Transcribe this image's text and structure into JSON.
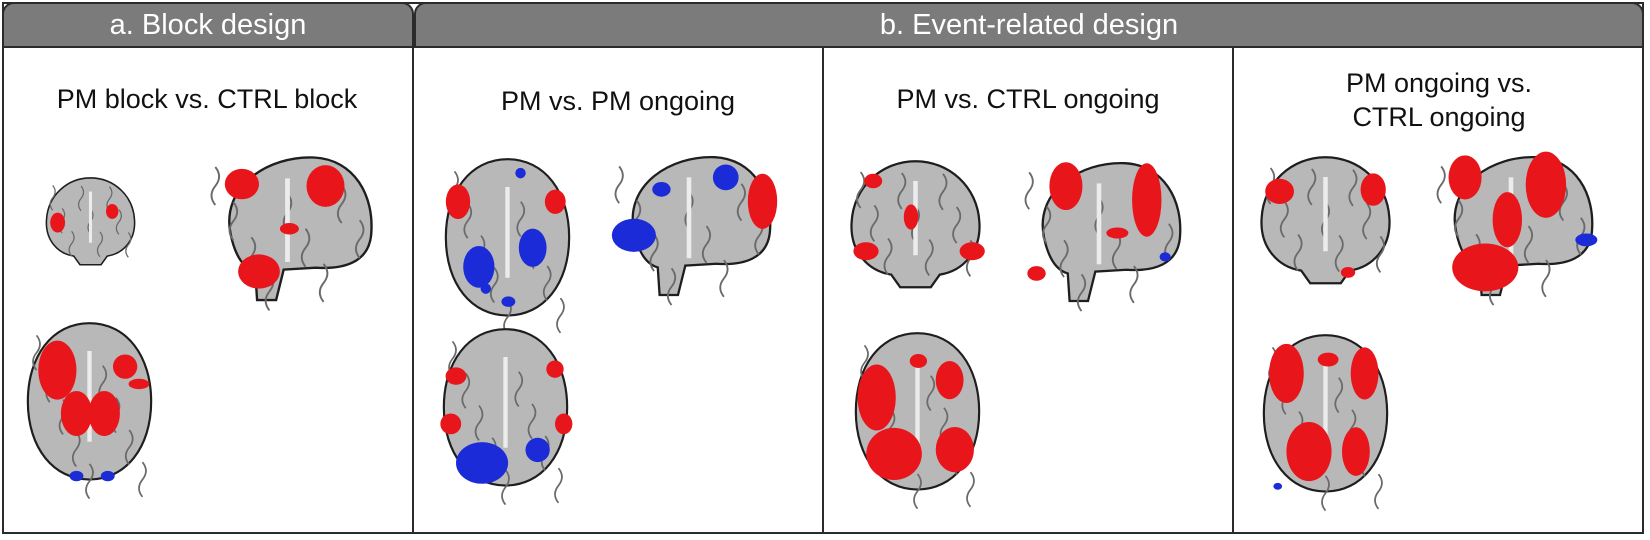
{
  "headers": {
    "block": "a. Block design",
    "event": "b. Event-related design"
  },
  "panels": [
    {
      "title_lines": [
        "PM block vs. CTRL block"
      ]
    },
    {
      "title_lines": [
        "PM vs. PM ongoing"
      ]
    },
    {
      "title_lines": [
        "PM vs. CTRL ongoing"
      ]
    },
    {
      "title_lines": [
        "PM ongoing vs.",
        "CTRL ongoing"
      ]
    }
  ],
  "colors": {
    "header_bg": "#7b7b7b",
    "activation_positive": "#e8161b",
    "activation_negative": "#1b2bd8",
    "brain_gray": "#b8b8b8",
    "brain_dark": "#6a6a6a"
  }
}
